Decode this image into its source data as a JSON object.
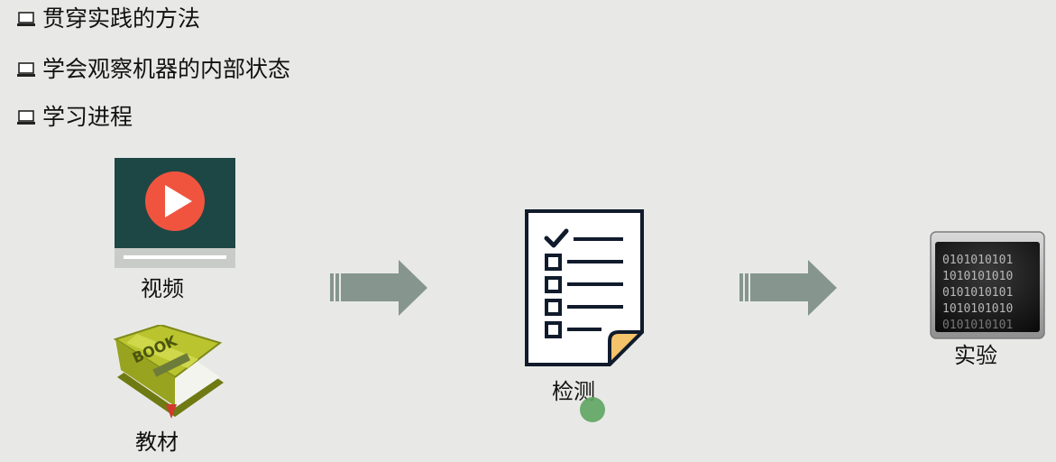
{
  "bullets": [
    {
      "text": "贯穿实践的方法",
      "icon": "laptop-icon"
    },
    {
      "text": "学会观察机器的内部状态",
      "icon": "laptop-icon"
    },
    {
      "text": "学习进程",
      "icon": "laptop-icon"
    }
  ],
  "items": {
    "video": {
      "label": "视频",
      "icon": "video-player-icon"
    },
    "textbook": {
      "label": "教材",
      "icon": "book-icon",
      "cover_text": "BOOK"
    },
    "test": {
      "label": "检测",
      "icon": "checklist-icon"
    },
    "experiment": {
      "label": "实验",
      "icon": "binary-screen-icon",
      "screen_lines": [
        "0101010101",
        "1010101010",
        "0101010101",
        "1010101010",
        "0101010101"
      ]
    }
  },
  "colors": {
    "background": "#e8e9e7",
    "video_bg": "#1d4745",
    "play_button": "#f0543f",
    "arrow": "#86968f",
    "book_cover": "#b9c42f",
    "checklist_ink": "#101b2c",
    "page_fold": "#f5c36a",
    "cursor_dot": "#5ea560"
  }
}
